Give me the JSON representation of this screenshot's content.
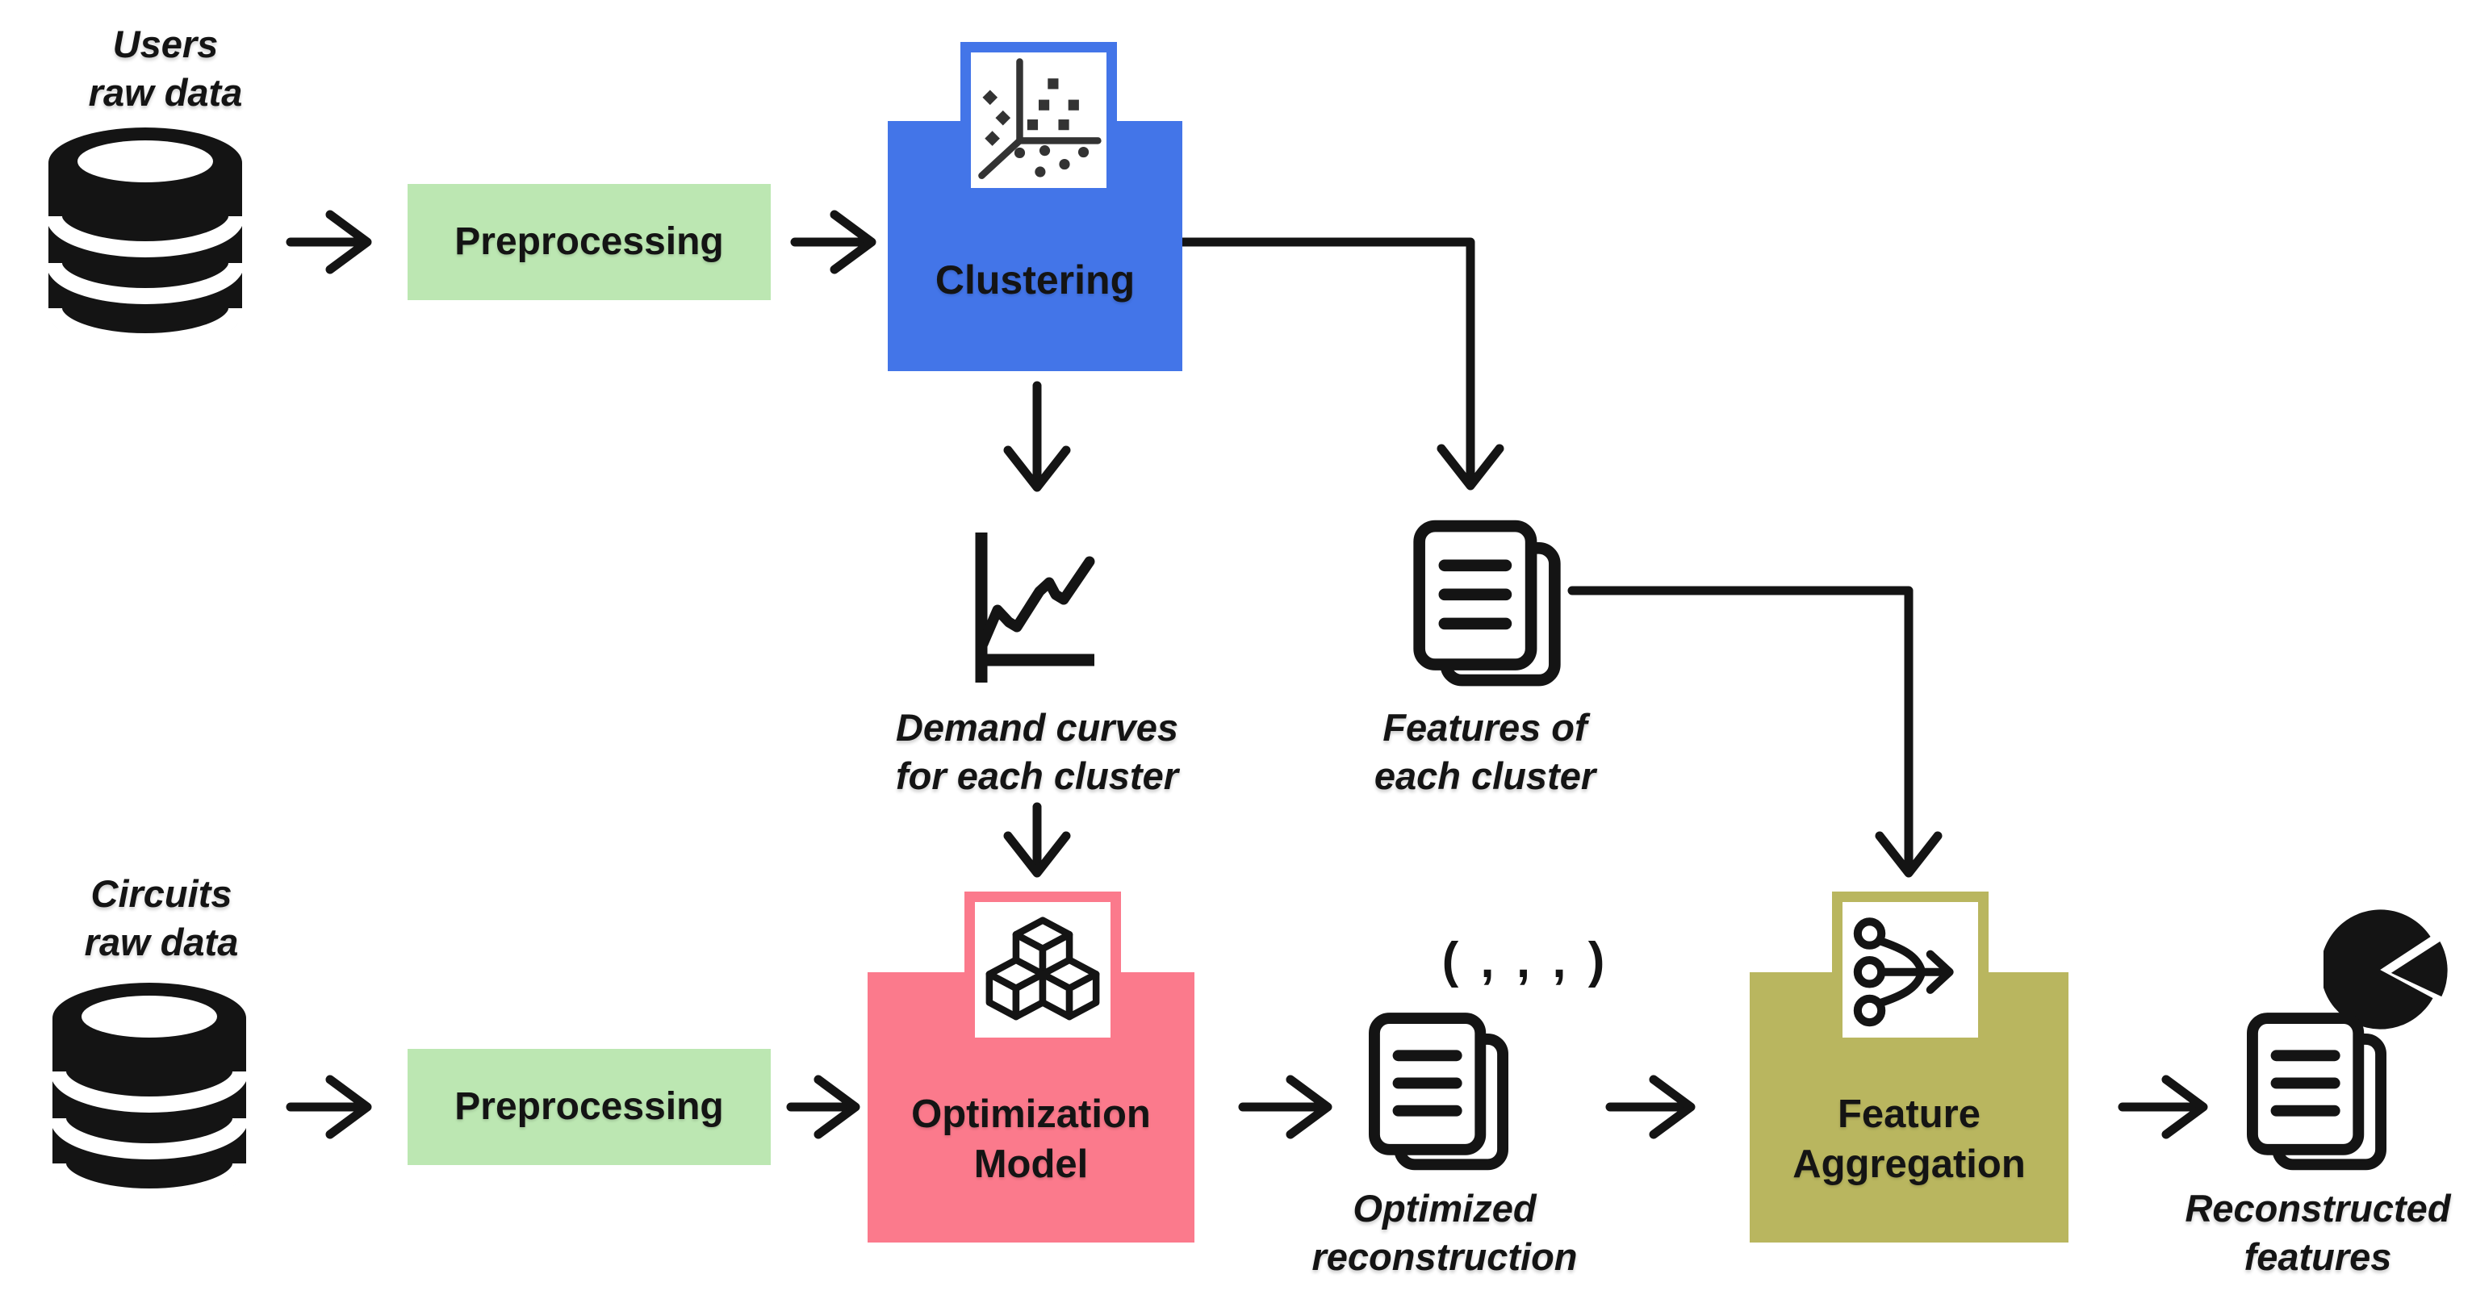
{
  "palette": {
    "background": "#ffffff",
    "ink": "#141414",
    "green": "#bce7b2",
    "blue": "#4375e8",
    "pink": "#fb7a8c",
    "olive": "#b9b65f"
  },
  "sources": {
    "users": {
      "line1": "Users",
      "line2": "raw data"
    },
    "circuits": {
      "line1": "Circuits",
      "line2": "raw data"
    }
  },
  "stages": {
    "preprocessing_top": {
      "label": "Preprocessing"
    },
    "preprocessing_bottom": {
      "label": "Preprocessing"
    },
    "clustering": {
      "label": "Clustering"
    },
    "optimization_model": {
      "line1": "Optimization",
      "line2": "Model"
    },
    "feature_aggregation": {
      "line1": "Feature",
      "line2": "Aggregation"
    }
  },
  "artifacts": {
    "demand_curves": {
      "line1": "Demand curves",
      "line2": "for each cluster"
    },
    "cluster_features": {
      "line1": "Features of",
      "line2": "each cluster"
    },
    "optimized_reconstruction": {
      "tuple": "( , , , )",
      "line1": "Optimized",
      "line2": "reconstruction"
    },
    "reconstructed_features": {
      "line1": "Reconstructed",
      "line2": "features"
    }
  },
  "icons": {
    "users_source": "database-icon",
    "circuits_source": "database-icon",
    "clustering": "scatter-plot-3d-icon",
    "demand_curves": "line-chart-icon",
    "cluster_features": "documents-icon",
    "optimization_model": "cubes-icon",
    "optimized_reconstruction": "documents-icon",
    "feature_aggregation": "merge-arrow-icon",
    "reconstructed_features": "documents-icon",
    "reconstructed_features_pie": "pie-chart-icon"
  }
}
